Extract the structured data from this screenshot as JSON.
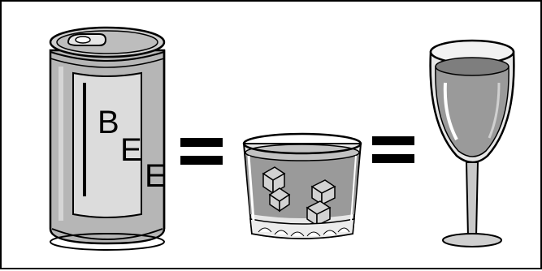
{
  "can": {
    "label_letters": [
      "B",
      "E",
      "E"
    ]
  },
  "operators": {
    "first": "=",
    "second": "="
  },
  "colors": {
    "can_body": "#b6b6b6",
    "label": "#dcdcdc",
    "liquid": "#9a9a9a",
    "glass_tint": "#e7e7e7",
    "ice": "#d2d2d2",
    "outline": "#000000"
  },
  "icons": [
    "beer-can-icon",
    "equals-icon",
    "whisky-glass-icon",
    "equals-icon",
    "wine-glass-icon"
  ]
}
